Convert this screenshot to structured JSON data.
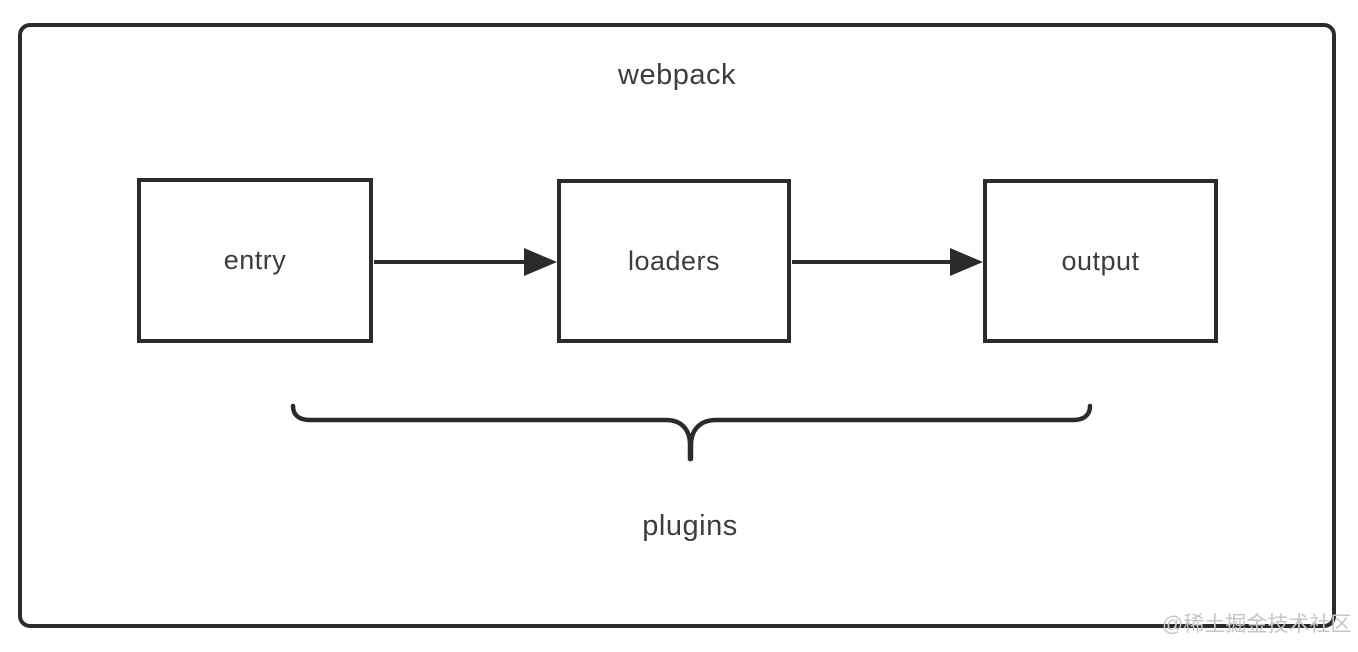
{
  "diagram": {
    "title": "webpack",
    "nodes": [
      {
        "id": "entry",
        "label": "entry"
      },
      {
        "id": "loaders",
        "label": "loaders"
      },
      {
        "id": "output",
        "label": "output"
      }
    ],
    "edges": [
      {
        "from": "entry",
        "to": "loaders"
      },
      {
        "from": "loaders",
        "to": "output"
      }
    ],
    "brace_label": "plugins",
    "watermark": "@稀土掘金技术社区",
    "colors": {
      "stroke": "#2b2b2b",
      "text": "#3d3d3d",
      "watermark": "#c6c6c6",
      "background": "#ffffff"
    }
  }
}
